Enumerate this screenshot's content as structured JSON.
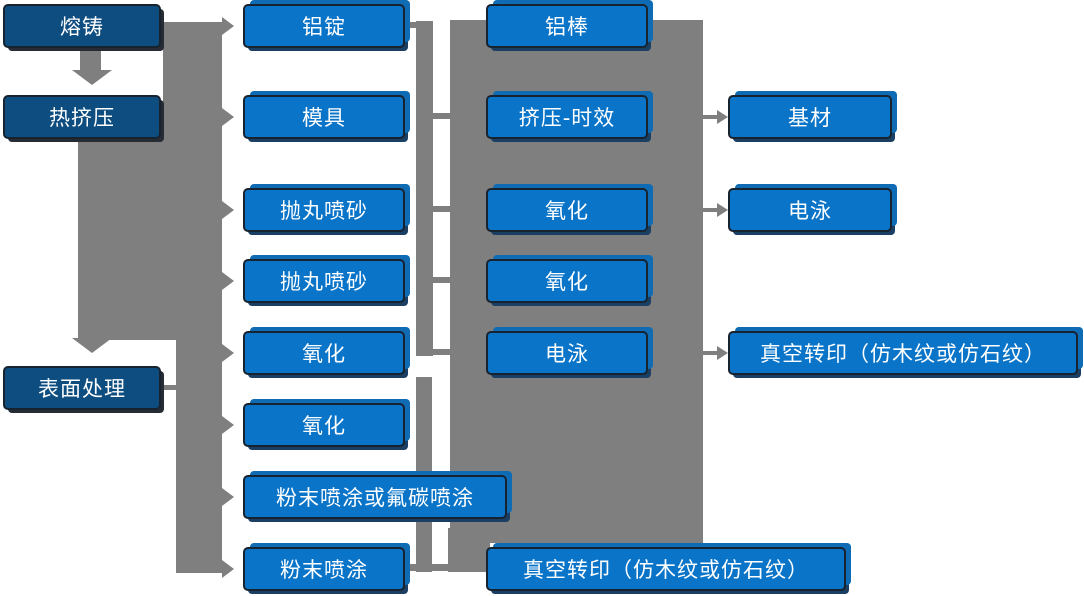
{
  "colors": {
    "blue": "#0a74c8",
    "blue_back": "#0f6cb4",
    "blue_shadow": "#1b3f63",
    "navy": "#0e4d80",
    "navy_shadow": "#272b33",
    "gray": "#7f7f7f",
    "border_dark": "#182330",
    "text": "#ffffff",
    "background": "#ffffff"
  },
  "diagram_type": "process-flowchart",
  "nodes": {
    "melting": "熔铸",
    "hot_extrusion": "热挤压",
    "surface_treatment": "表面处理",
    "aluminum_ingot": "铝锭",
    "mold": "模具",
    "shot_blast_1": "抛丸喷砂",
    "shot_blast_2": "抛丸喷砂",
    "oxidation_mid_1": "氧化",
    "oxidation_mid_2": "氧化",
    "powder_or_fluorocarbon": "粉末喷涂或氟碳喷涂",
    "powder_coating": "粉末喷涂",
    "aluminum_rod": "铝棒",
    "extrusion_aging": "挤压-时效",
    "oxidation_right_1": "氧化",
    "oxidation_right_2": "氧化",
    "electrophoresis_mid": "电泳",
    "vacuum_transfer_bottom": "真空转印（仿木纹或仿石纹）",
    "base_material": "基材",
    "electrophoresis_right": "电泳",
    "vacuum_transfer_right": "真空转印（仿木纹或仿石纹）"
  },
  "connections": [
    {
      "from": "melting",
      "to": "aluminum_ingot",
      "style": "thick-gray-arrow"
    },
    {
      "from": "melting",
      "to": "hot_extrusion",
      "style": "thick-gray-arrow-down"
    },
    {
      "from": "hot_extrusion",
      "to": "mold",
      "style": "thick-gray-arrow"
    },
    {
      "from": "hot_extrusion",
      "to": "surface_treatment",
      "style": "thick-gray-arrow-down"
    },
    {
      "from": "band",
      "to": "shot_blast_1",
      "style": "thick-gray-arrow"
    },
    {
      "from": "band",
      "to": "shot_blast_2",
      "style": "thick-gray-arrow"
    },
    {
      "from": "band",
      "to": "oxidation_mid_1",
      "style": "thick-gray-arrow"
    },
    {
      "from": "surface_treatment",
      "to": "oxidation_mid_2",
      "style": "thick-gray-arrow"
    },
    {
      "from": "surface_treatment",
      "to": "powder_or_fluorocarbon",
      "style": "thick-gray-arrow"
    },
    {
      "from": "surface_treatment",
      "to": "powder_coating",
      "style": "thick-gray-arrow"
    },
    {
      "from": "aluminum_ingot",
      "to": "right-panel",
      "style": "elbow-line"
    },
    {
      "from": "powder_coating",
      "to": "vacuum_transfer_bottom",
      "style": "elbow-line"
    },
    {
      "from": "extrusion_aging",
      "to": "base_material",
      "style": "thin-gray-arrow"
    },
    {
      "from": "oxidation_right_1",
      "to": "electrophoresis_right",
      "style": "thin-gray-arrow"
    },
    {
      "from": "electrophoresis_mid",
      "to": "vacuum_transfer_right",
      "style": "thin-gray-arrow"
    }
  ]
}
